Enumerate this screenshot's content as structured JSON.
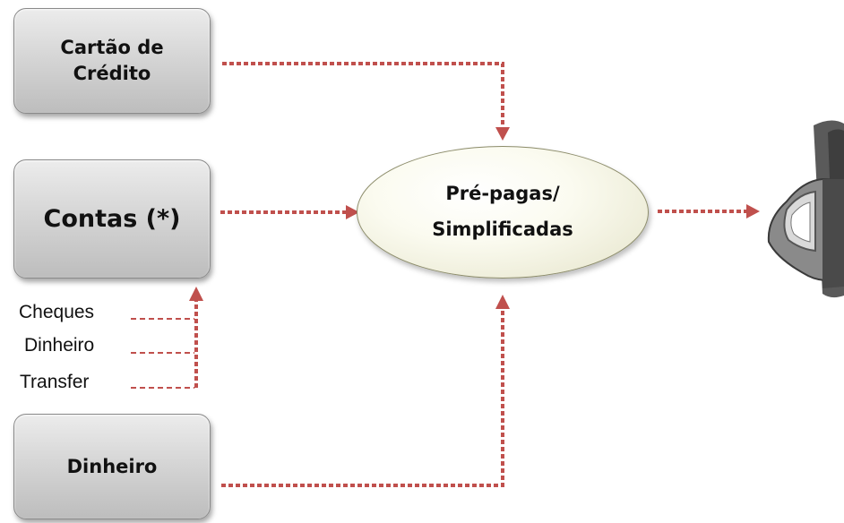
{
  "nodes": {
    "credit_card": {
      "line1": "Cartão de",
      "line2": "Crédito"
    },
    "accounts": {
      "label": "Contas (*)"
    },
    "cash": {
      "label": "Dinheiro"
    },
    "prepaid": {
      "line1": "Pré-pagas/",
      "line2": "Simplificadas"
    }
  },
  "account_sources": [
    {
      "label": "Cheques"
    },
    {
      "label": "Dinheiro"
    },
    {
      "label": "Transfer"
    }
  ],
  "colors": {
    "connector": "#c0504d",
    "box_fill": "#d6d6d6",
    "ellipse_fill": "#f5f5e6"
  },
  "icons": {
    "phone": "mobile-phone-icon"
  }
}
